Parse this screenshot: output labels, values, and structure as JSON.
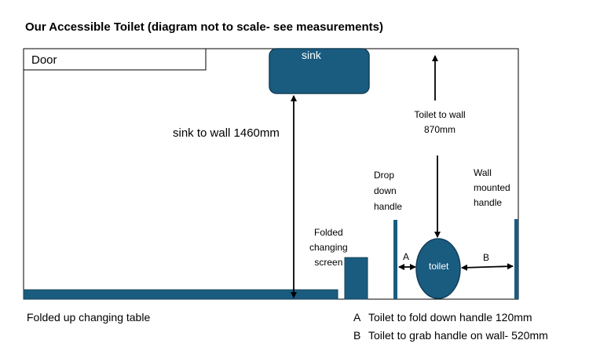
{
  "title": "Our Accessible Toilet (diagram not to scale- see measurements)",
  "labels": {
    "door": "Door",
    "sink": "sink",
    "sink_to_wall": "sink to wall 1460mm",
    "toilet_to_wall": "Toilet to wall\n870mm",
    "drop_down_handle": "Drop\ndown\nhandle",
    "wall_mounted_handle": "Wall\nmounted\nhandle",
    "folded_changing_screen": "Folded\nchanging\nscreen",
    "gap_a": "A",
    "gap_b": "B",
    "toilet": "toilet",
    "folded_changing_table": "Folded up changing table"
  },
  "legend": [
    {
      "key": "A",
      "text": "Toilet to fold down handle 120mm"
    },
    {
      "key": "B",
      "text": "Toilet to grab handle on wall- 520mm"
    }
  ],
  "colors": {
    "fixture_fill": "#1a5c80",
    "fixture_stroke": "#123f58",
    "outline": "#000000"
  }
}
